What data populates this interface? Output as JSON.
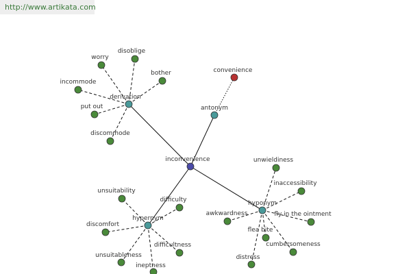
{
  "banner": {
    "url_text": "http://www.artikata.com"
  },
  "colors": {
    "center": "#4a4aa8",
    "relation": "#4a9a9a",
    "term": "#4a8a3a",
    "antonym": "#b83232"
  },
  "nodes": [
    {
      "id": "inconvenience",
      "label": "inconvenience",
      "kind": "center"
    },
    {
      "id": "derivation",
      "label": "derivation",
      "kind": "relation"
    },
    {
      "id": "antonym",
      "label": "antonym",
      "kind": "relation"
    },
    {
      "id": "hypernym",
      "label": "hypernym",
      "kind": "relation"
    },
    {
      "id": "hyponym",
      "label": "hyponym",
      "kind": "relation"
    },
    {
      "id": "convenience",
      "label": "convenience",
      "kind": "antonym"
    },
    {
      "id": "worry",
      "label": "worry",
      "kind": "term"
    },
    {
      "id": "disoblige",
      "label": "disoblige",
      "kind": "term"
    },
    {
      "id": "bother",
      "label": "bother",
      "kind": "term"
    },
    {
      "id": "incommode",
      "label": "incommode",
      "kind": "term"
    },
    {
      "id": "put_out",
      "label": "put out",
      "kind": "term"
    },
    {
      "id": "discommode",
      "label": "discommode",
      "kind": "term"
    },
    {
      "id": "unsuitability",
      "label": "unsuitability",
      "kind": "term"
    },
    {
      "id": "difficulty",
      "label": "difficulty",
      "kind": "term"
    },
    {
      "id": "discomfort",
      "label": "discomfort",
      "kind": "term"
    },
    {
      "id": "difficultness",
      "label": "difficultness",
      "kind": "term"
    },
    {
      "id": "unsuitableness",
      "label": "unsuitableness",
      "kind": "term"
    },
    {
      "id": "ineptness",
      "label": "ineptness",
      "kind": "term"
    },
    {
      "id": "unwieldiness",
      "label": "unwieldiness",
      "kind": "term"
    },
    {
      "id": "inaccessibility",
      "label": "inaccessibility",
      "kind": "term"
    },
    {
      "id": "awkwardness",
      "label": "awkwardness",
      "kind": "term"
    },
    {
      "id": "fly_in_the_ointment",
      "label": "fly in the ointment",
      "kind": "term"
    },
    {
      "id": "flea_bite",
      "label": "flea bite",
      "kind": "term"
    },
    {
      "id": "cumbersomeness",
      "label": "cumbersomeness",
      "kind": "term"
    },
    {
      "id": "distress",
      "label": "distress",
      "kind": "term"
    }
  ],
  "edges": [
    {
      "from": "inconvenience",
      "to": "derivation",
      "style": "solid"
    },
    {
      "from": "inconvenience",
      "to": "antonym",
      "style": "solid"
    },
    {
      "from": "inconvenience",
      "to": "hypernym",
      "style": "solid"
    },
    {
      "from": "inconvenience",
      "to": "hyponym",
      "style": "solid"
    },
    {
      "from": "antonym",
      "to": "convenience",
      "style": "dotted"
    },
    {
      "from": "derivation",
      "to": "worry",
      "style": "dashed"
    },
    {
      "from": "derivation",
      "to": "disoblige",
      "style": "dashed"
    },
    {
      "from": "derivation",
      "to": "bother",
      "style": "dashed"
    },
    {
      "from": "derivation",
      "to": "incommode",
      "style": "dashed"
    },
    {
      "from": "derivation",
      "to": "put_out",
      "style": "dashed"
    },
    {
      "from": "derivation",
      "to": "discommode",
      "style": "dashed"
    },
    {
      "from": "hypernym",
      "to": "unsuitability",
      "style": "dashed"
    },
    {
      "from": "hypernym",
      "to": "difficulty",
      "style": "dashed"
    },
    {
      "from": "hypernym",
      "to": "discomfort",
      "style": "dashed"
    },
    {
      "from": "hypernym",
      "to": "difficultness",
      "style": "dashed"
    },
    {
      "from": "hypernym",
      "to": "unsuitableness",
      "style": "dashed"
    },
    {
      "from": "hypernym",
      "to": "ineptness",
      "style": "dashed"
    },
    {
      "from": "hyponym",
      "to": "unwieldiness",
      "style": "dashed"
    },
    {
      "from": "hyponym",
      "to": "inaccessibility",
      "style": "dashed"
    },
    {
      "from": "hyponym",
      "to": "awkwardness",
      "style": "dashed"
    },
    {
      "from": "hyponym",
      "to": "fly_in_the_ointment",
      "style": "dashed"
    },
    {
      "from": "hyponym",
      "to": "flea_bite",
      "style": "dashed"
    },
    {
      "from": "hyponym",
      "to": "cumbersomeness",
      "style": "dashed"
    },
    {
      "from": "hyponym",
      "to": "distress",
      "style": "dashed"
    }
  ]
}
